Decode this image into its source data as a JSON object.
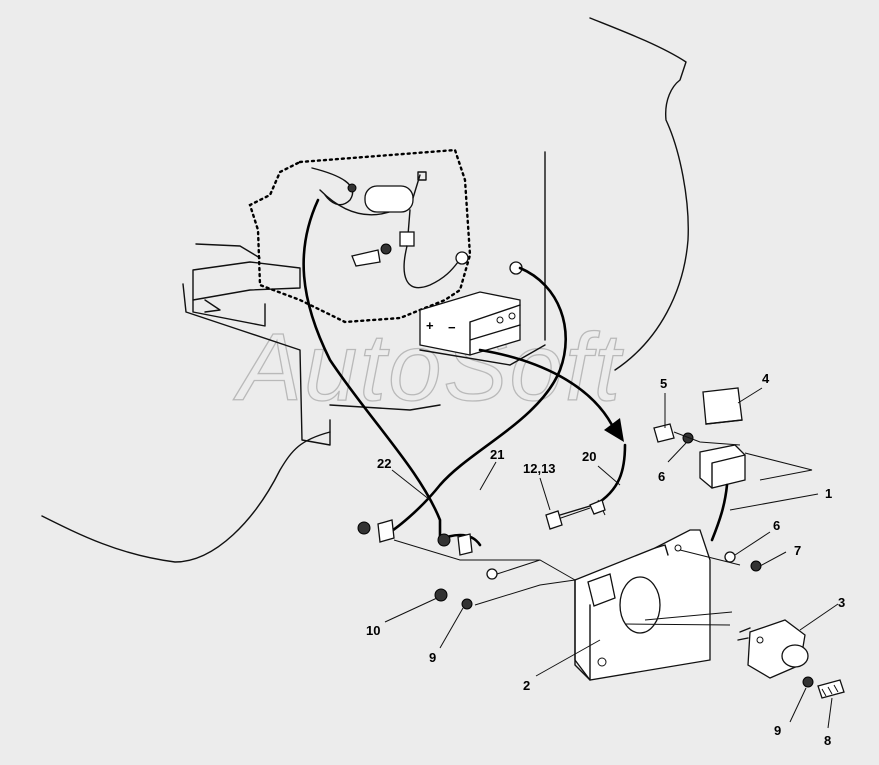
{
  "watermark": "AutoSoft",
  "callouts": [
    {
      "id": "c1",
      "text": "1"
    },
    {
      "id": "c2",
      "text": "2"
    },
    {
      "id": "c3",
      "text": "3"
    },
    {
      "id": "c4",
      "text": "4"
    },
    {
      "id": "c5",
      "text": "5"
    },
    {
      "id": "c6a",
      "text": "6"
    },
    {
      "id": "c6b",
      "text": "6"
    },
    {
      "id": "c7",
      "text": "7"
    },
    {
      "id": "c8",
      "text": "8"
    },
    {
      "id": "c9a",
      "text": "9"
    },
    {
      "id": "c9b",
      "text": "9"
    },
    {
      "id": "c10",
      "text": "10"
    },
    {
      "id": "c1213",
      "text": "12,13"
    },
    {
      "id": "c20",
      "text": "20"
    },
    {
      "id": "c21",
      "text": "21"
    },
    {
      "id": "c22",
      "text": "22"
    }
  ],
  "terminal_marks": {
    "plus": "+",
    "minus": "−"
  }
}
